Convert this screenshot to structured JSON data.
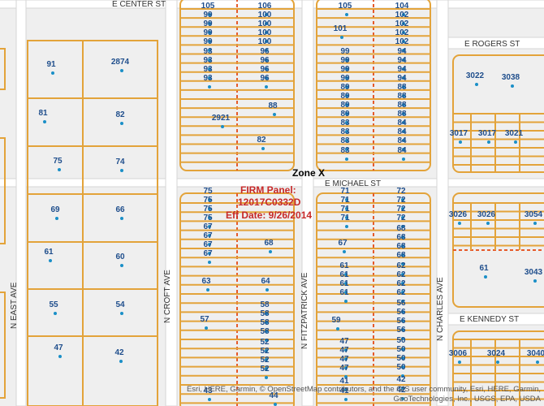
{
  "streets": {
    "e_center": "E CENTER ST",
    "e_rogers": "E ROGERS ST",
    "e_michael": "E MICHAEL ST",
    "e_kennedy": "E KENNEDY ST",
    "n_east": "N EAST AVE",
    "n_croft": "N CROFT AVE",
    "n_fitzpatrick": "N FITZPATRICK AVE",
    "n_charles": "N CHARLES AVE"
  },
  "zone_label": "Zone X",
  "firm": {
    "line1": "FIRM Panel:",
    "line2": "12017C0332D",
    "line3": "Eff Date: 9/26/2014"
  },
  "attribution": "Esri, HERE, Garmin, © OpenStreetMap contributors, and the GIS user community, Esri, HERE, Garmin, GeoTechnologies, Inc., USGS, EPA, USDA",
  "parcels": {
    "block_a": [
      "91",
      "2874",
      "81",
      "82",
      "75",
      "74",
      "69",
      "66",
      "61",
      "60",
      "55",
      "54",
      "47",
      "42"
    ],
    "block_b_left": [
      "105",
      "99",
      "99",
      "99",
      "99",
      "93",
      "93",
      "93",
      "93",
      "2921"
    ],
    "block_b_right": [
      "106",
      "100",
      "100",
      "100",
      "100",
      "96",
      "96",
      "96",
      "96",
      "88",
      "82"
    ],
    "block_c_left": [
      "105",
      "101",
      "99",
      "99",
      "99",
      "99",
      "89",
      "89",
      "89",
      "89",
      "83",
      "83",
      "83",
      "83"
    ],
    "block_c_right": [
      "104",
      "102",
      "102",
      "102",
      "102",
      "94",
      "94",
      "94",
      "94",
      "88",
      "88",
      "88",
      "88",
      "84",
      "84",
      "84",
      "84"
    ],
    "block_d_left": [
      "75",
      "75",
      "75",
      "75",
      "67",
      "67",
      "67",
      "67",
      "63",
      "57",
      "43"
    ],
    "block_d_right": [
      "68",
      "64",
      "58",
      "58",
      "58",
      "58",
      "52",
      "52",
      "52",
      "52",
      "44"
    ],
    "block_e_left": [
      "71",
      "71",
      "71",
      "71",
      "67",
      "61",
      "61",
      "61",
      "61",
      "59",
      "47",
      "47",
      "47",
      "47",
      "41",
      "41"
    ],
    "block_e_right": [
      "72",
      "72",
      "72",
      "72",
      "68",
      "68",
      "68",
      "68",
      "62",
      "62",
      "62",
      "62",
      "56",
      "56",
      "56",
      "56",
      "50",
      "50",
      "50",
      "50",
      "42",
      "42"
    ],
    "block_f_top": [
      "3022",
      "3038",
      "3017",
      "3017",
      "3021"
    ],
    "block_g": [
      "3026",
      "3026",
      "3054",
      "61",
      "3043"
    ],
    "block_h": [
      "3006",
      "3024",
      "3040"
    ]
  }
}
